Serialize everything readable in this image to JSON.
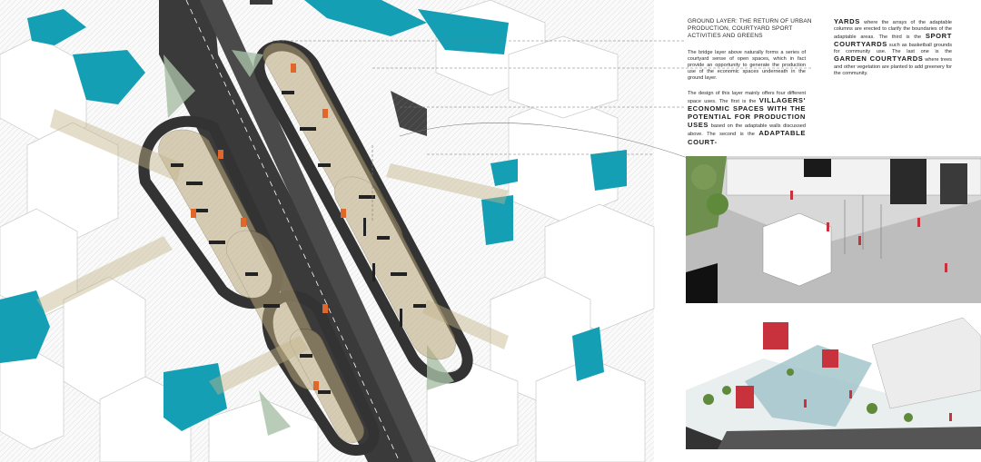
{
  "heading": "GROUND LAYER: THE RETURN OF URBAN PRODUCTION, COURTYARD SPORT ACTIVITIES AND GREENS",
  "paragraph1": "The bridge layer above naturally forms a series of courtyard sense of open spaces, which in fact provide an opportunity to generate the production use of the economic spaces underneath in the ground layer.",
  "paragraph2": {
    "intro": "The design of this layer mainly offers four different space uses. The first is the",
    "use1": "VILLAGERS' ECONOMIC SPACES WITH THE POTENTIAL FOR PRODUCTION USES",
    "after_use1": "based on the adaptable walls discussed above. The second is the",
    "use2_start": "ADAPTABLE COURT-"
  },
  "paragraph3": {
    "use2_end": "YARDS",
    "after_use2": "where the arrays of the adaptable columns are erected to clarify the boundaries of the adaptable areas. The third is the",
    "use3": "SPORT COURTYARDS",
    "after_use3": "such as basketball grounds for community use. The last one is the",
    "use4": "GARDEN COURTYARDS",
    "after_use4": "where trees and other vegetation are planted to add greenery for the community."
  },
  "colors": {
    "water": "#149fb4",
    "road": "#3c3c3c",
    "bridge_tan": "#b9a77a",
    "accent_orange": "#e0662a",
    "accent_red": "#c8323c",
    "green": "#5f8a3c"
  }
}
